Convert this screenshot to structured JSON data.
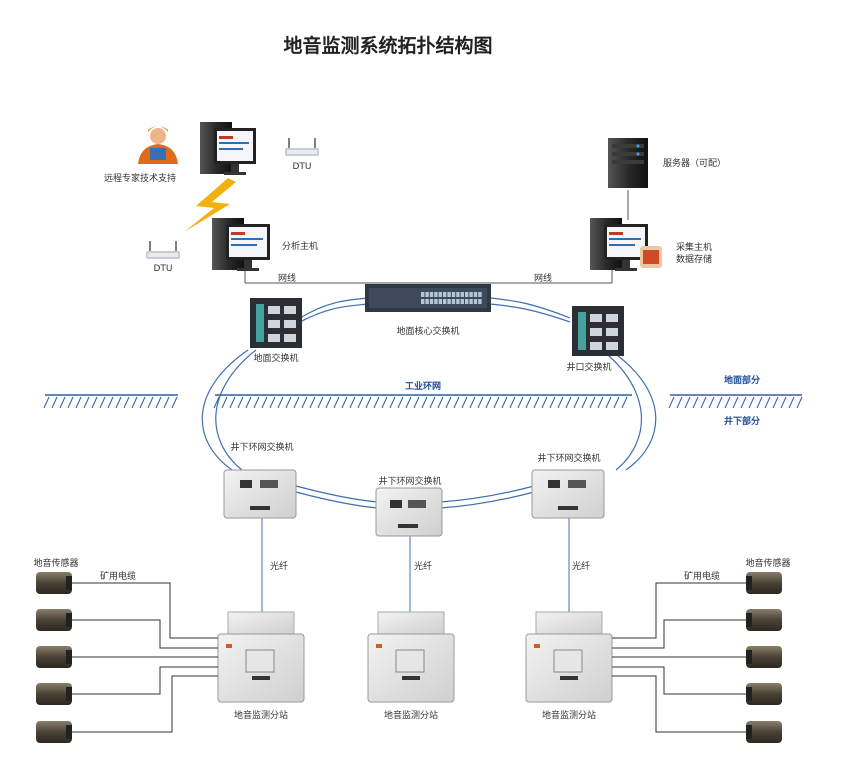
{
  "title": "地音监测系统拓扑结构图",
  "labels": {
    "remote_expert": "远程专家技术支持",
    "dtu_top": "DTU",
    "dtu_left": "DTU",
    "analysis_host": "分析主机",
    "server": "服务器（可配）",
    "collect_host_1": "采集主机",
    "collect_host_2": "数据存储",
    "network_cable_left": "网线",
    "network_cable_right": "网线",
    "core_switch": "地面核心交换机",
    "ground_switch": "地面交换机",
    "shaft_switch": "井口交换机",
    "industrial_ring": "工业环网",
    "ground_part": "地面部分",
    "underground_part": "井下部分",
    "ring_switch_left": "井下环网交换机",
    "ring_switch_mid": "井下环网交换机",
    "ring_switch_right": "井下环网交换机",
    "fiber_left": "光纤",
    "fiber_mid": "光纤",
    "fiber_right": "光纤",
    "sensor_left": "地音传感器",
    "sensor_right": "地音传感器",
    "cable_left": "矿用电缆",
    "cable_right": "矿用电缆",
    "substation_left": "地音监测分站",
    "substation_mid": "地音监测分站",
    "substation_right": "地音监测分站"
  },
  "colors": {
    "text": "#333333",
    "label_blue": "#1f4e9a",
    "ring_line": "#3f6fb0",
    "ground": "#2e5f9e",
    "bolt": "#f2b10f",
    "cable": "#333333"
  }
}
